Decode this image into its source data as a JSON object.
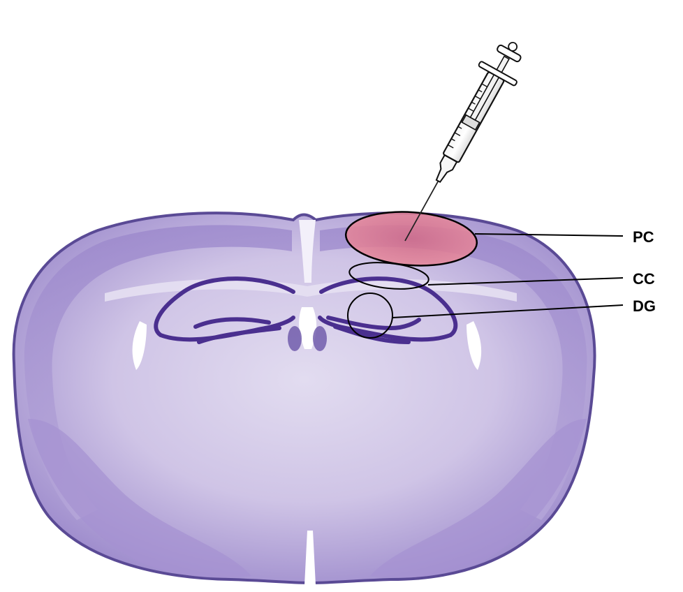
{
  "figure": {
    "labels": {
      "pc": "PC",
      "cc": "CC",
      "dg": "DG"
    },
    "icons": [
      "syringe-icon"
    ],
    "colors": {
      "tissue_stain": "#8e7cc3",
      "tissue_light": "#c9bfe3",
      "hippocampus_band": "#4a2f8f",
      "injection_region": "#e06666",
      "outline": "#000000"
    }
  }
}
